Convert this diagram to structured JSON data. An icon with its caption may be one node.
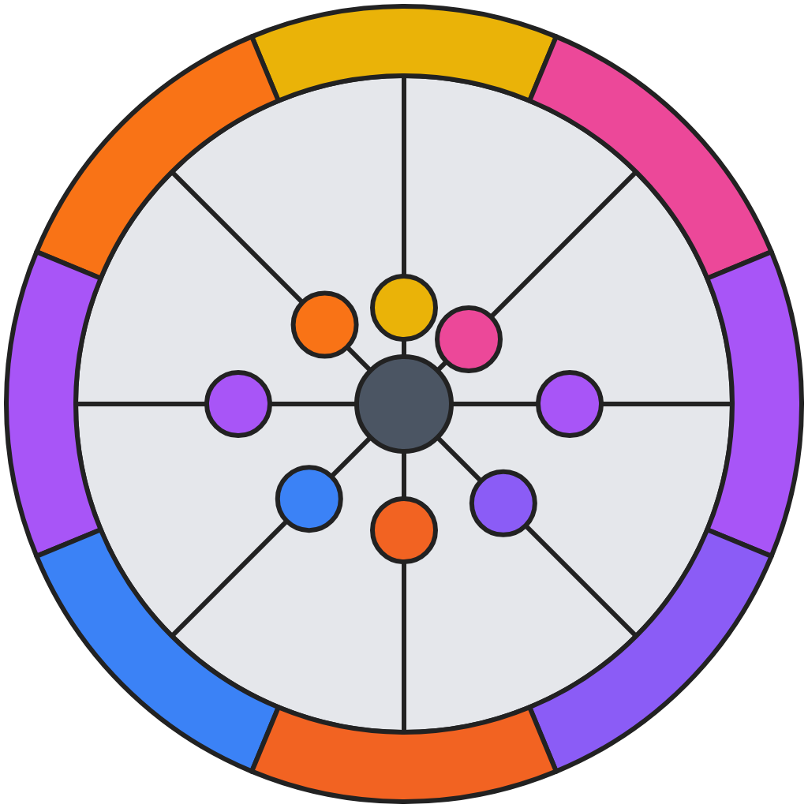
{
  "diagram": {
    "nodes": [
      {
        "text": [],
        "shape": "circle"
      },
      {
        "text": [],
        "shape": "circle"
      },
      {
        "text": [],
        "shape": "circle"
      },
      {
        "text": [],
        "shape": "circle"
      },
      {
        "text": [],
        "shape": "circle"
      },
      {
        "text": [],
        "shape": "circle"
      },
      {
        "text": [],
        "shape": "circle"
      },
      {
        "text": [],
        "shape": "circle"
      },
      {
        "text": [],
        "shape": "circle"
      },
      {
        "text": [],
        "shape": "arc"
      },
      {
        "text": [],
        "shape": "arc"
      },
      {
        "text": [],
        "shape": "arc"
      },
      {
        "text": [],
        "shape": "arc"
      },
      {
        "text": [],
        "shape": "arc"
      },
      {
        "text": [],
        "shape": "arc"
      },
      {
        "text": [],
        "shape": "arc"
      },
      {
        "text": [],
        "shape": "arc"
      }
    ],
    "edges": [
      {
        "from": 4,
        "to": 0,
        "arrow": "none"
      },
      {
        "from": 4,
        "to": 1,
        "arrow": "none"
      },
      {
        "from": 4,
        "to": 2,
        "arrow": "none"
      },
      {
        "from": 4,
        "to": 3,
        "arrow": "none"
      },
      {
        "from": 4,
        "to": 5,
        "arrow": "none"
      },
      {
        "from": 4,
        "to": 6,
        "arrow": "none"
      },
      {
        "from": 4,
        "to": 7,
        "arrow": "none"
      },
      {
        "from": 4,
        "to": 8,
        "arrow": "none"
      },
      {
        "from": 0,
        "to": 9,
        "arrow": "none"
      },
      {
        "from": 1,
        "to": 10,
        "arrow": "none"
      },
      {
        "from": 2,
        "to": 11,
        "arrow": "none"
      },
      {
        "from": 3,
        "to": 12,
        "arrow": "none"
      },
      {
        "from": 5,
        "to": 13,
        "arrow": "none"
      },
      {
        "from": 6,
        "to": 14,
        "arrow": "none"
      },
      {
        "from": 7,
        "to": 15,
        "arrow": "none"
      },
      {
        "from": 8,
        "to": 16,
        "arrow": "none"
      }
    ]
  }
}
